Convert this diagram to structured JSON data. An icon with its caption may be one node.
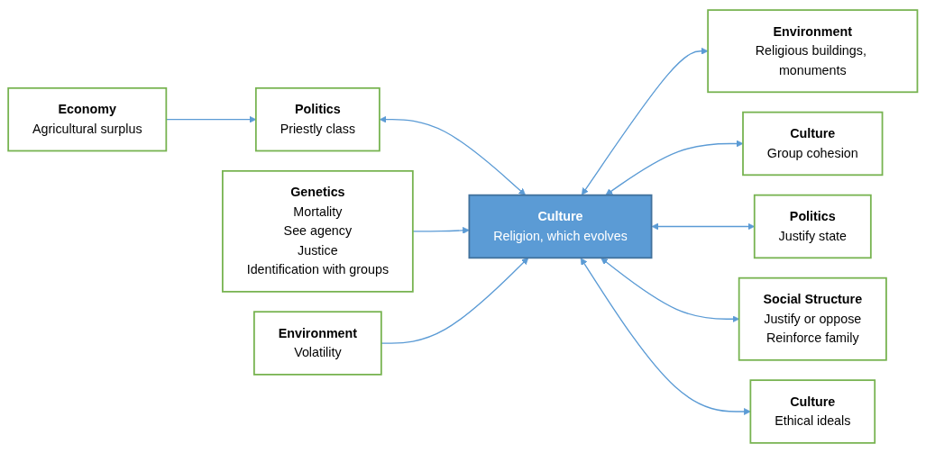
{
  "diagram": {
    "nodes": [
      {
        "text": [
          "Economy",
          "Agricultural surplus"
        ]
      },
      {
        "text": [
          "Politics",
          "Priestly class"
        ]
      },
      {
        "text": [
          "Culture",
          "Religion, which evolves"
        ]
      },
      {
        "text": [
          "Environment",
          "Religious buildings, monuments"
        ]
      },
      {
        "text": [
          "Genetics",
          "Mortality",
          "See agency",
          "Justice",
          "Identification with groups"
        ]
      },
      {
        "text": [
          "Environment",
          "Volatility"
        ]
      },
      {
        "text": [
          "Culture",
          "Group cohesion"
        ]
      },
      {
        "text": [
          "Social Structure",
          "Justify or oppose",
          "Reinforce family"
        ]
      },
      {
        "text": [
          "Politics",
          "Justify state"
        ]
      },
      {
        "text": [
          "Culture",
          "Ethical ideals"
        ]
      }
    ],
    "edges": [
      {
        "from": 0,
        "to": 1,
        "arrow": "to"
      },
      {
        "from": 1,
        "to": 2,
        "arrow": "both"
      },
      {
        "from": 2,
        "to": 3,
        "arrow": "both"
      },
      {
        "from": 4,
        "to": 2,
        "arrow": "to"
      },
      {
        "from": 5,
        "to": 2,
        "arrow": "to"
      },
      {
        "from": 2,
        "to": 6,
        "arrow": "both"
      },
      {
        "from": 2,
        "to": 8,
        "arrow": "both"
      },
      {
        "from": 2,
        "to": 7,
        "arrow": "both"
      },
      {
        "from": 2,
        "to": 9,
        "arrow": "both"
      }
    ]
  }
}
